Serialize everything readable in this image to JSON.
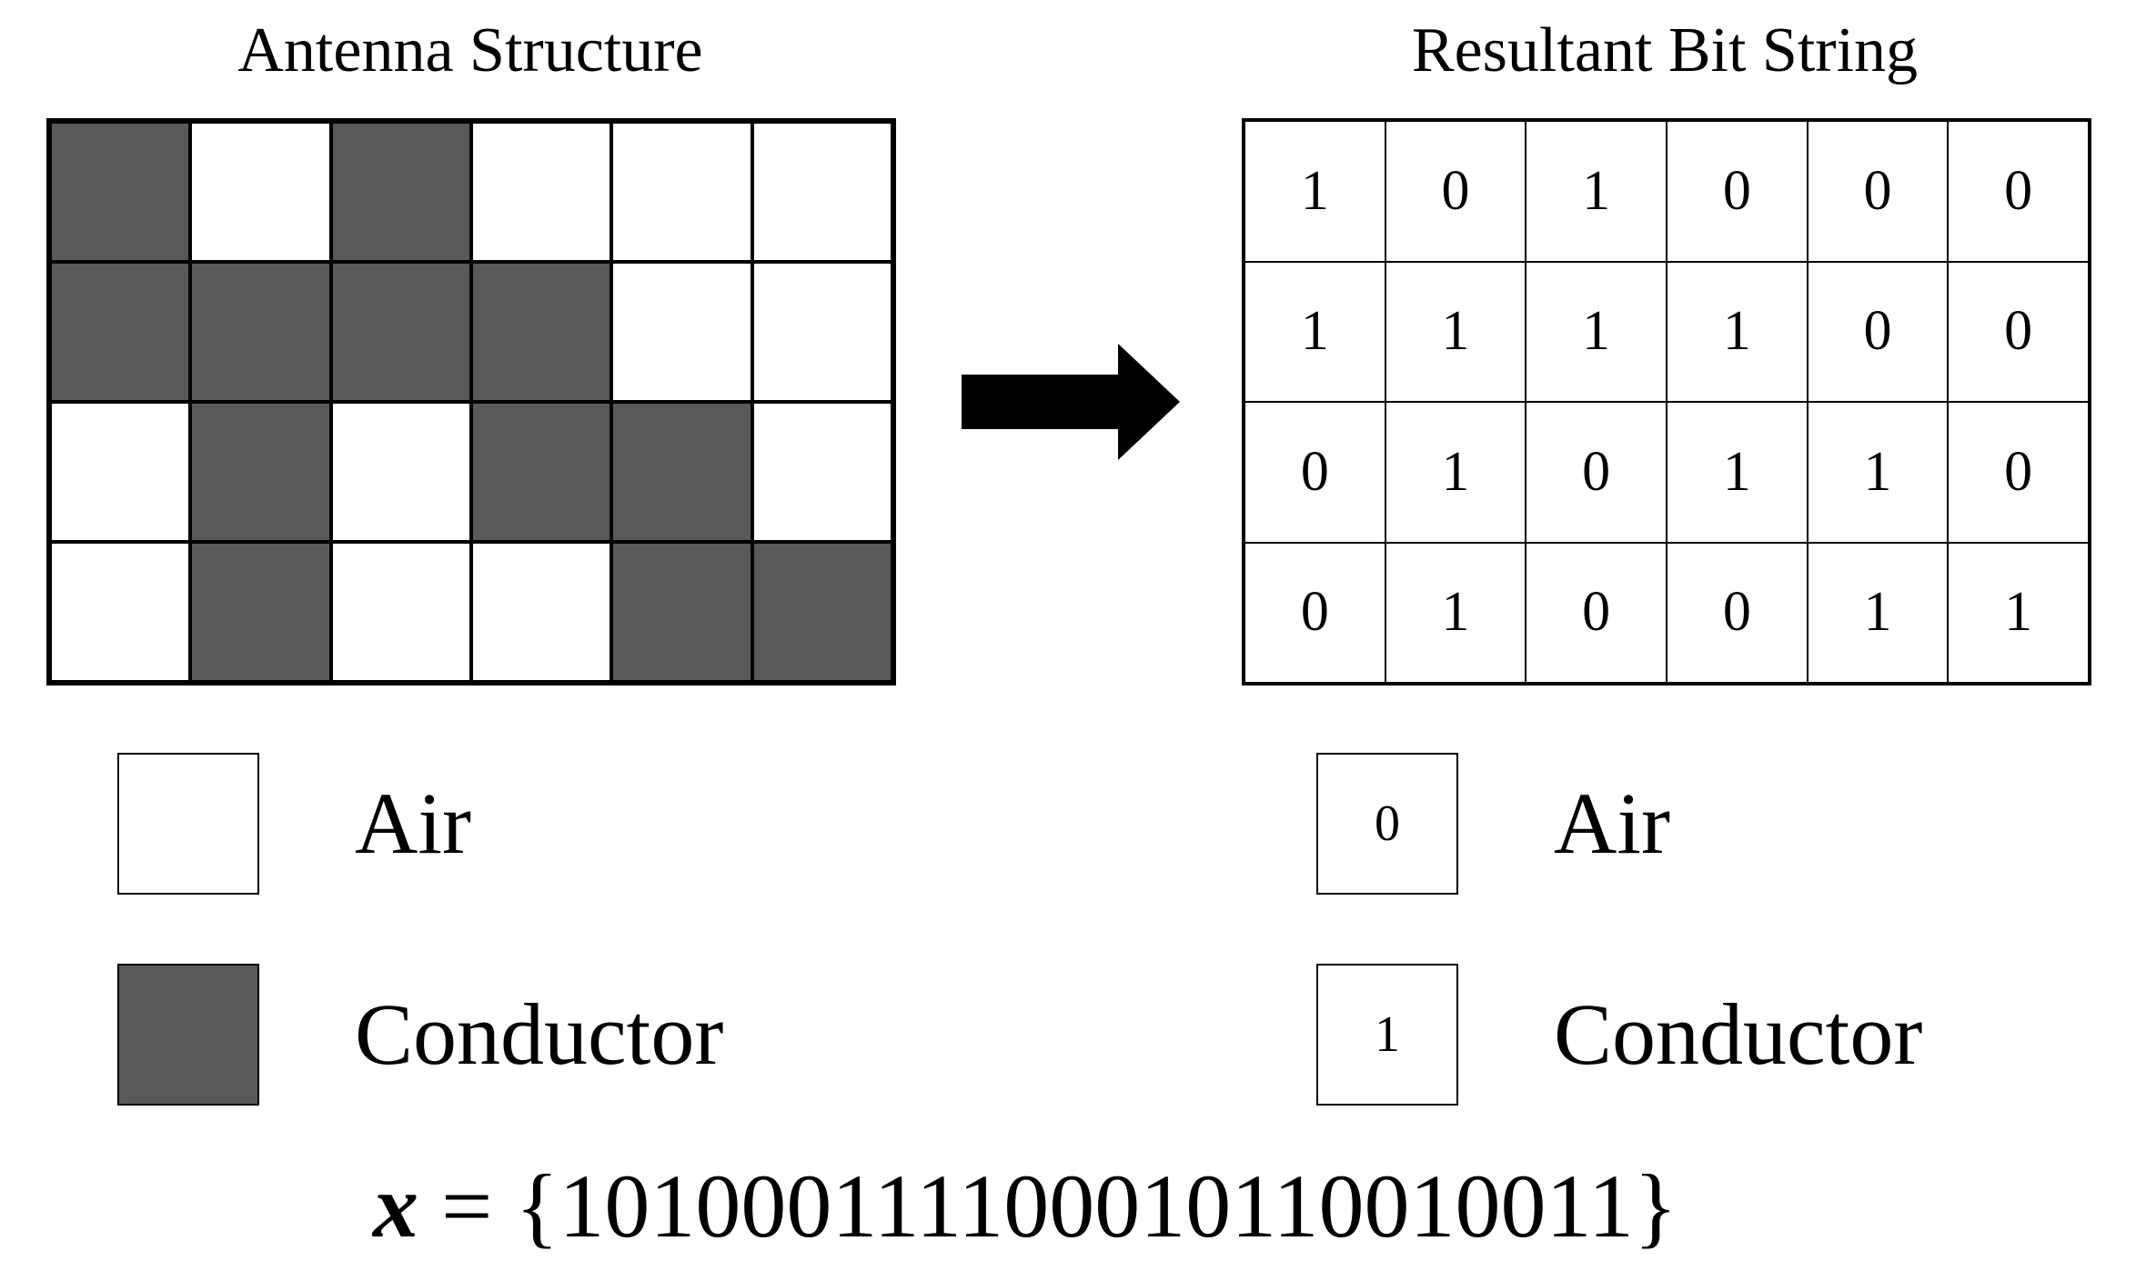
{
  "titles": {
    "left": "Antenna Structure",
    "right": "Resultant Bit String"
  },
  "colors": {
    "conductor": "#595959",
    "air": "#ffffff",
    "arrow": "#000000"
  },
  "grid": {
    "rows": 4,
    "cols": 6,
    "bits": [
      [
        "1",
        "0",
        "1",
        "0",
        "0",
        "0"
      ],
      [
        "1",
        "1",
        "1",
        "1",
        "0",
        "0"
      ],
      [
        "0",
        "1",
        "0",
        "1",
        "1",
        "0"
      ],
      [
        "0",
        "1",
        "0",
        "0",
        "1",
        "1"
      ]
    ]
  },
  "legend": {
    "air": {
      "label": "Air",
      "bit": "0"
    },
    "conductor": {
      "label": "Conductor",
      "bit": "1"
    }
  },
  "equation": {
    "variable": "x",
    "rest": " = {101000111100010110010011}"
  }
}
